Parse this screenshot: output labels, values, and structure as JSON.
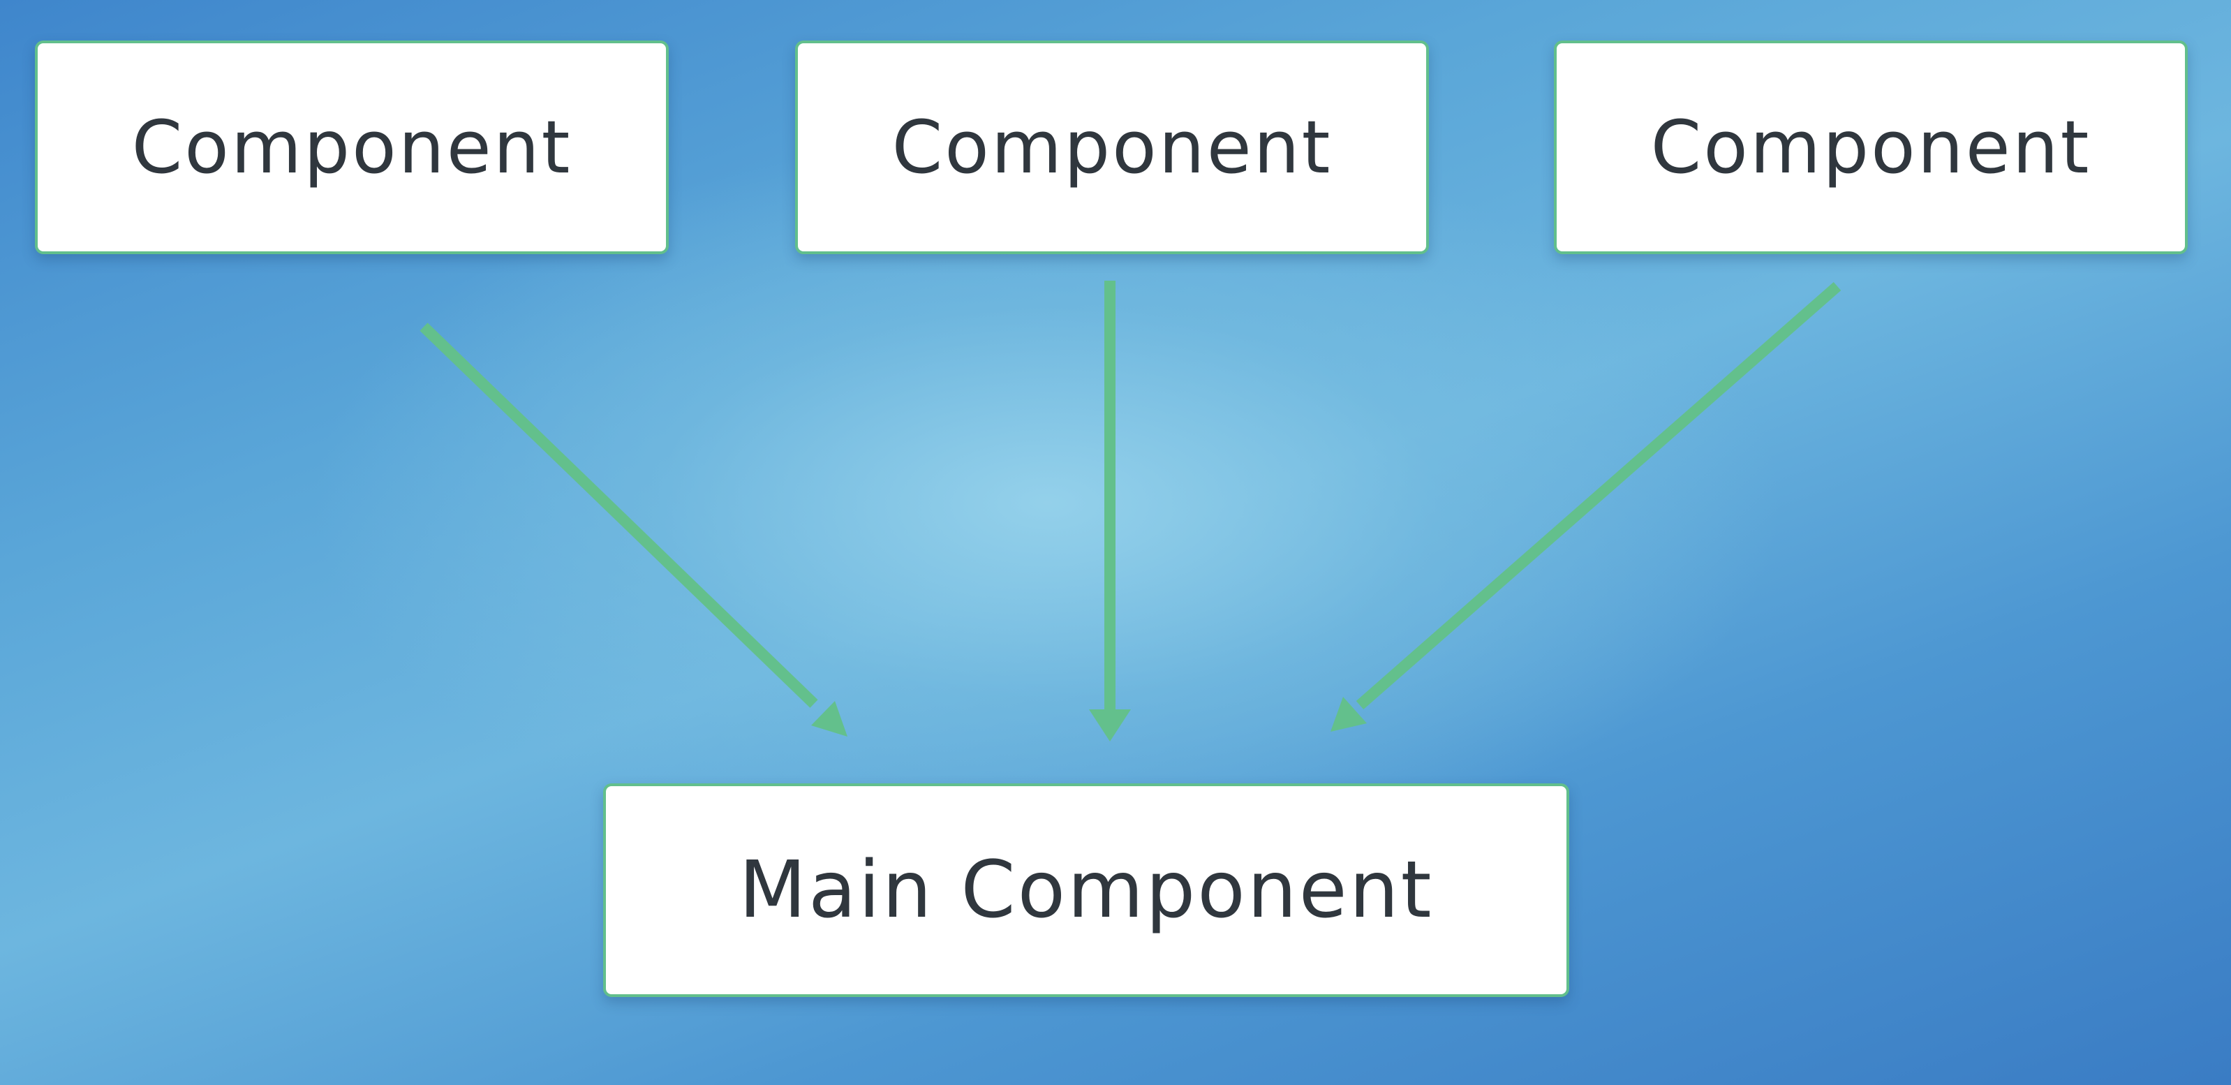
{
  "diagram": {
    "nodes": [
      {
        "id": "a",
        "label": "Component"
      },
      {
        "id": "b",
        "label": "Component"
      },
      {
        "id": "c",
        "label": "Component"
      },
      {
        "id": "main",
        "label": "Main Component"
      }
    ],
    "edges": [
      {
        "from": "a",
        "to": "main"
      },
      {
        "from": "b",
        "to": "main"
      },
      {
        "from": "c",
        "to": "main"
      }
    ],
    "colors": {
      "arrow": "#63c08c",
      "box_border": "#62bf8c",
      "box_fill": "#ffffff",
      "text": "#30373e",
      "background": "#5aa6d8"
    }
  }
}
